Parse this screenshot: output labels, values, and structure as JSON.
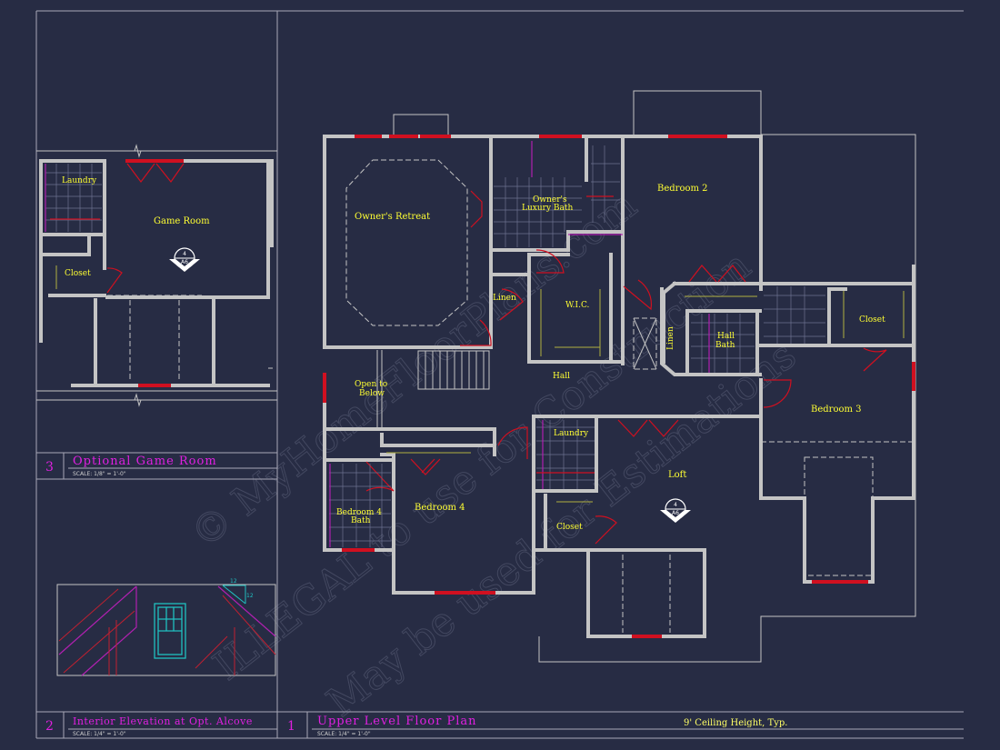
{
  "rooms": {
    "game_laundry": "Laundry",
    "game_room": "Game Room",
    "game_closet": "Closet",
    "owners_retreat": "Owner's Retreat",
    "owners_bath_1": "Owner's",
    "owners_bath_2": "Luxury Bath",
    "bedroom2": "Bedroom 2",
    "linen1": "Linen",
    "wic": "W.I.C.",
    "linen2": "Linen",
    "hall_bath_1": "Hall",
    "hall_bath_2": "Bath",
    "closet_right": "Closet",
    "open_below_1": "Open to",
    "open_below_2": "Below",
    "hall": "Hall",
    "bedroom3": "Bedroom 3",
    "laundry": "Laundry",
    "loft": "Loft",
    "bedroom4_bath_1": "Bedroom 4",
    "bedroom4_bath_2": "Bath",
    "bedroom4": "Bedroom 4",
    "closet_loft": "Closet"
  },
  "section_markers": [
    {
      "top": "4",
      "bottom": "A6"
    },
    {
      "top": "4",
      "bottom": "A6"
    }
  ],
  "titles": {
    "game": {
      "number": "3",
      "title": "Optional Game Room",
      "scale": "SCALE: 1/8\" = 1'-0\""
    },
    "elevation": {
      "number": "2",
      "title": "Interior Elevation at Opt. Alcove",
      "scale": "SCALE: 1/4\" = 1'-0\""
    },
    "upper": {
      "number": "1",
      "title": "Upper Level Floor Plan",
      "scale": "SCALE: 1/4\" = 1'-0\""
    },
    "ceiling_note": "9' Ceiling Height, Typ."
  },
  "roof_pitch": {
    "rise": "12",
    "run": "12"
  },
  "watermark": {
    "line1": "© MyHomeFloorPlans.com",
    "line2": "ILLEGAL to use for Construction",
    "line3": "May be used for Estimations"
  },
  "colors": {
    "background": "#272c44",
    "walls": "#c4c4c4",
    "windows": "#d01020",
    "room_labels": "#ffff33",
    "titles": "#e020e0",
    "window_elevation": "#20c0c0"
  }
}
